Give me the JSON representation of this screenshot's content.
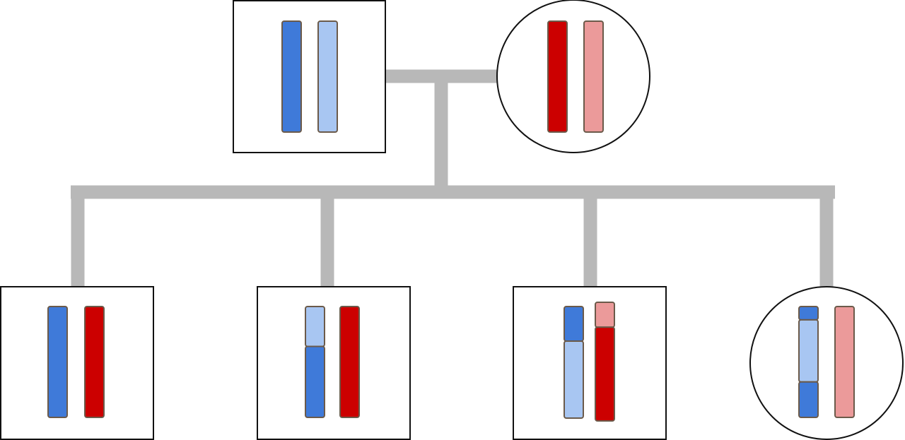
{
  "colors": {
    "line": "#b8b8b8",
    "outline": "#111111",
    "chrom_stroke": "#6b5a4a",
    "blue_dark": "#3f7ad9",
    "blue_light": "#a8c6f2",
    "red_dark": "#cc0000",
    "red_light": "#eb9a9a"
  },
  "parents": [
    {
      "id": "father",
      "shape": "square",
      "sex": "male",
      "chromosomes": [
        {
          "segments": [
            {
              "color": "blue_dark",
              "fraction": 1.0
            }
          ]
        },
        {
          "segments": [
            {
              "color": "blue_light",
              "fraction": 1.0
            }
          ]
        }
      ]
    },
    {
      "id": "mother",
      "shape": "circle",
      "sex": "female",
      "chromosomes": [
        {
          "segments": [
            {
              "color": "red_dark",
              "fraction": 1.0
            }
          ]
        },
        {
          "segments": [
            {
              "color": "red_light",
              "fraction": 1.0
            }
          ]
        }
      ]
    }
  ],
  "children": [
    {
      "id": "child-1",
      "shape": "square",
      "sex": "male",
      "chromosomes": [
        {
          "segments": [
            {
              "color": "blue_dark",
              "fraction": 1.0
            }
          ]
        },
        {
          "segments": [
            {
              "color": "red_dark",
              "fraction": 1.0
            }
          ]
        }
      ]
    },
    {
      "id": "child-2",
      "shape": "square",
      "sex": "male",
      "chromosomes": [
        {
          "segments": [
            {
              "color": "blue_light",
              "fraction": 0.36
            },
            {
              "color": "blue_dark",
              "fraction": 0.64
            }
          ]
        },
        {
          "segments": [
            {
              "color": "red_dark",
              "fraction": 1.0
            }
          ]
        }
      ]
    },
    {
      "id": "child-3",
      "shape": "square",
      "sex": "male",
      "chromosomes": [
        {
          "segments": [
            {
              "color": "blue_dark",
              "fraction": 0.31
            },
            {
              "color": "blue_light",
              "fraction": 0.69
            }
          ]
        },
        {
          "segments": [
            {
              "color": "red_light",
              "fraction": 0.21
            },
            {
              "color": "red_dark",
              "fraction": 0.79
            }
          ]
        }
      ]
    },
    {
      "id": "child-4",
      "shape": "circle",
      "sex": "female",
      "chromosomes": [
        {
          "segments": [
            {
              "color": "blue_dark",
              "fraction": 0.12
            },
            {
              "color": "blue_light",
              "fraction": 0.56
            },
            {
              "color": "blue_dark",
              "fraction": 0.32
            }
          ]
        },
        {
          "segments": [
            {
              "color": "red_light",
              "fraction": 1.0
            }
          ]
        }
      ]
    }
  ]
}
